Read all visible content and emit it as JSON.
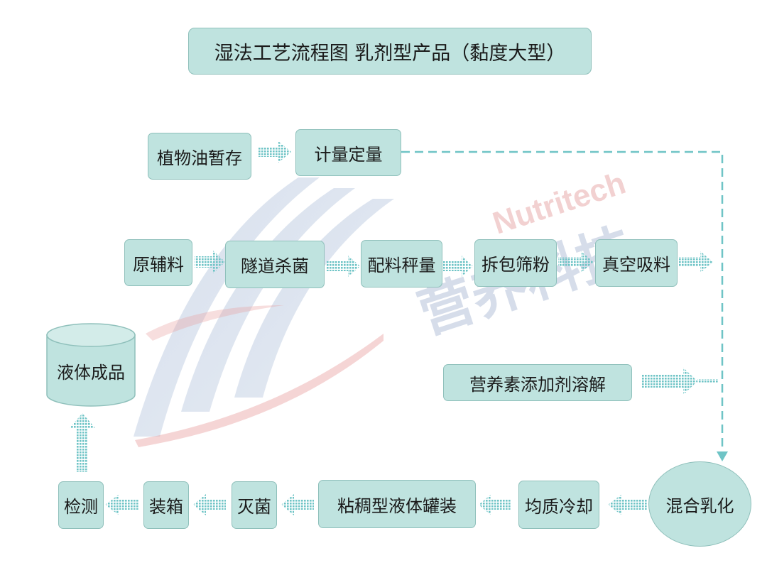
{
  "title": "湿法工艺流程图 乳剂型产品（黏度大型）",
  "watermark": {
    "latin": "Nutritech",
    "cn": "营养科技"
  },
  "nodes": {
    "oil_storage": "植物油暂存",
    "metering": "计量定量",
    "raw_materials": "原辅料",
    "tunnel_sterilize": "隧道杀菌",
    "batching_weigh": "配料秤量",
    "unpack_sieve": "拆包筛粉",
    "vacuum_feed": "真空吸料",
    "nutrient_dissolve": "营养素添加剂溶解",
    "mix_emulsify": "混合乳化",
    "homogenize_cool": "均质冷却",
    "viscous_filling": "粘稠型液体罐装",
    "sterilize": "灭菌",
    "boxing": "装箱",
    "inspection": "检测",
    "finished_liquid": "液体成品"
  },
  "colors": {
    "box_fill": "#bfe3df",
    "box_border": "#8fc0bb",
    "connector": "#6fc4c6"
  }
}
